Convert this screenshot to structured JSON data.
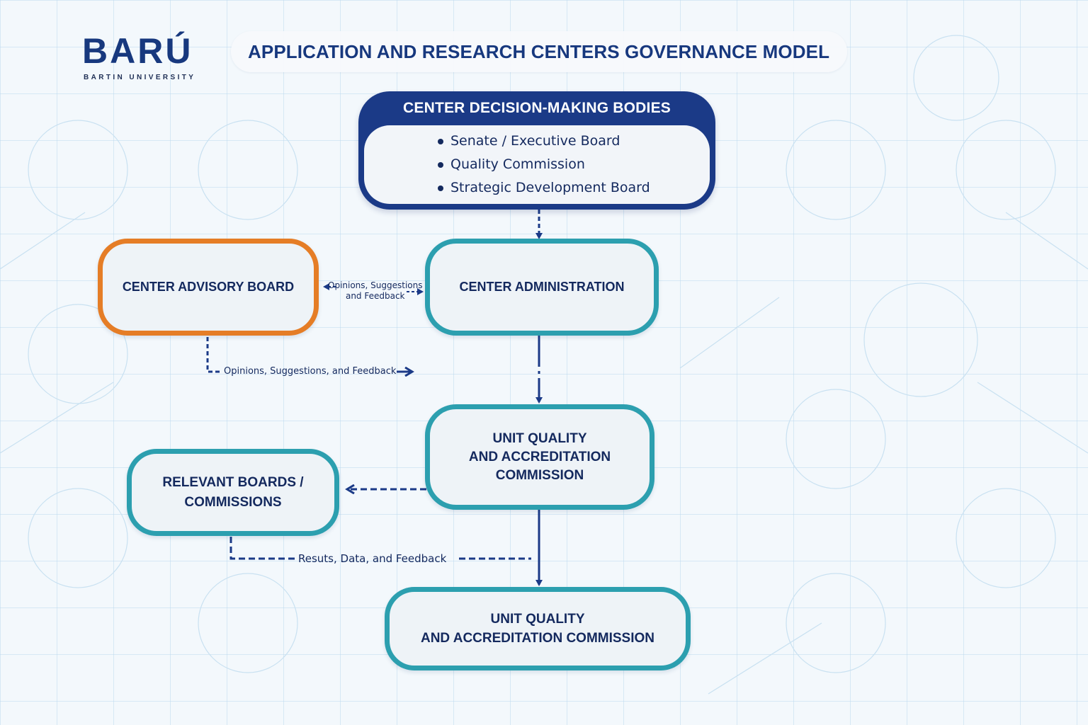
{
  "logo": {
    "wordmark": "BARÚ",
    "subtitle": "BARTIN UNIVERSITY"
  },
  "title": "APPLICATION AND RESEARCH CENTERS GOVERNANCE MODEL",
  "decision_bodies": {
    "title": "CENTER DECISION-MAKING BODIES",
    "items": [
      "Senate / Executive Board",
      "Quality Commission",
      "Strategic Development Board"
    ]
  },
  "nodes": {
    "advisory_board": "CENTER ADVISORY BOARD",
    "administration": "CENTER ADMINISTRATION",
    "unit_quality_mid": "UNIT QUALITY\nAND ACCREDITATION\nCOMMISSION",
    "relevant_boards": "RELEVANT BOARDS /\nCOMMISSIONS",
    "unit_quality_bottom": "UNIT QUALITY\nAND ACCREDITATION COMMISSION"
  },
  "edge_labels": {
    "advisory_admin_line1": "Opinions, Suggestions",
    "advisory_admin_line2": "and Feedback",
    "advisory_down": "Opinions, Suggestions, and Feedback",
    "results": "Resuts, Data, and Feedback"
  },
  "colors": {
    "navy": "#1b3a87",
    "teal": "#2c9faf",
    "orange": "#e57d26",
    "text": "#14295e"
  }
}
